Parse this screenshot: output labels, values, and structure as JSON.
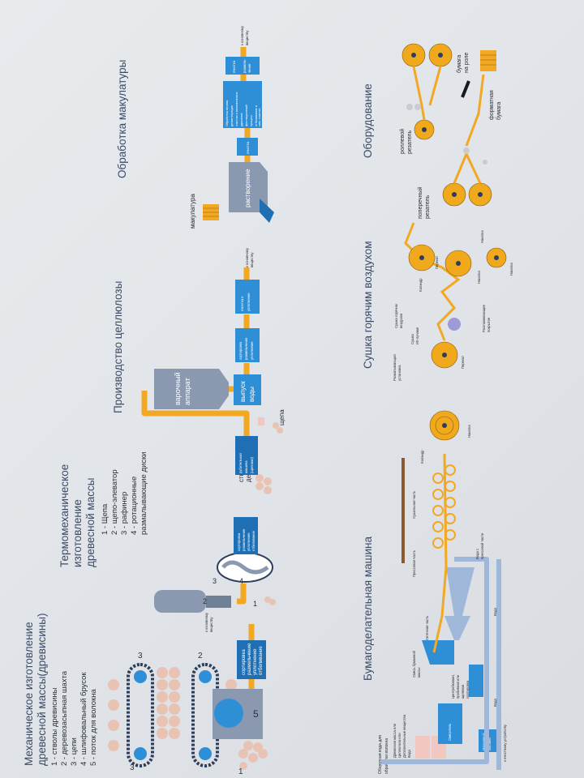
{
  "mech": {
    "title1": "Механическое изготовление",
    "title2": "древесной массы(древисины)",
    "items": [
      "1 - стволы древисины",
      "2 - деревозасыпная шахта",
      "3 - цепи",
      "4 - шлифовальный брусок",
      "5 - поток для волокна"
    ],
    "box": [
      "сортировка",
      "размельчение",
      "уплотнение",
      "отбеливание"
    ],
    "num5": "5",
    "num1": "1",
    "num2": "2",
    "num3a": "3",
    "num3b": "3"
  },
  "tmp": {
    "title1": "Термомеханическое",
    "title2": "изготовление",
    "title3": "древесной массы",
    "items": [
      "1 - Щепа",
      "2 - щепо-элеватор",
      "3 - рафинер",
      "4 - ротационные",
      "размалывающие диски"
    ],
    "box": [
      "сортировка",
      "размельчение",
      "уплотнение",
      "отбеливание"
    ],
    "to_paper": [
      "к основному",
      "веществу"
    ],
    "n1": "1",
    "n2": "2",
    "n3": "3",
    "n4": "4"
  },
  "cellulose": {
    "title": "Производство целлюлозы",
    "logs": [
      "стволы",
      "дерева"
    ],
    "chips": "щепа",
    "machine": [
      "рубительная",
      "машина",
      "(щеповая)"
    ],
    "boiler": [
      "варочный",
      "аппарат"
    ],
    "water": [
      "выпуск",
      "воды"
    ],
    "sort": [
      "сортировка",
      "размельчение",
      "уплотнение"
    ],
    "clean": [
      "очистка и",
      "уплотнение"
    ],
    "to_paper": [
      "к основному",
      "веществу"
    ]
  },
  "waste": {
    "title": "Обработка макулатуры",
    "macul": "макулатура",
    "dissolve": "растворение",
    "clean": "очистка",
    "process": [
      "Обработка вплавь",
      "дезинтеграция",
      "очистка и механическое",
      "удаление",
      "флотационный",
      "процесс",
      "отбеливание и",
      "хим. очистка"
    ],
    "clean2": "очистка",
    "grind": [
      "размель-",
      "чение"
    ],
    "to_paper": [
      "к основному",
      "веществу"
    ]
  },
  "pm": {
    "title": "Бумагоделательная машина",
    "left_legend": [
      "Древесная масса или",
      "Целлюлоза или",
      "Дополнительные вещества",
      "Вода"
    ],
    "circ": [
      "Оборотная вода для",
      "обработки волокна"
    ],
    "mix": "Смеситель",
    "storage": [
      "Машинный",
      "бассейн"
    ],
    "centrifuge": [
      "Центробежная,",
      "пробивная или",
      "щелевая",
      "сортировка"
    ],
    "headbox": [
      "Смесь бумажной",
      "массы"
    ],
    "wire": "Сеточная часть",
    "press": "Прессовая часть",
    "dryer": "Сушильная часть",
    "calender": "Каландр",
    "reel": "Накатка",
    "water_press": [
      "Вода с",
      "прессовой части"
    ],
    "water": "Вода",
    "to_clean": "к очистному устройству",
    "water2": "Вода"
  },
  "dry": {
    "title": "Сушка горячим воздухом",
    "unwind": [
      "Разматывающая",
      "установка"
    ],
    "reroll": "Перекат",
    "ir": [
      "Сушка",
      "ИК-лучами"
    ],
    "air": [
      "Сушка горячим",
      "воздухом"
    ],
    "calender": "Каландр",
    "coat": [
      "Разглаживающее",
      "покрытие"
    ],
    "reel1": "Накатка",
    "reroll2": "Перекат",
    "reel2": "Накатка",
    "reel3": "Накатка"
  },
  "eq": {
    "title": "Оборудование",
    "roll_cutter": [
      "роллевой",
      "резатель"
    ],
    "cross_cutter": [
      "поперечный",
      "резатель"
    ],
    "paper_roll": [
      "бумага",
      "на роле"
    ],
    "format": [
      "форматная",
      "бумага"
    ]
  },
  "colors": {
    "blue": "#2f8fd6",
    "orange": "#f3a823",
    "gray": "#8b99b0",
    "title": "#3a4a68"
  }
}
